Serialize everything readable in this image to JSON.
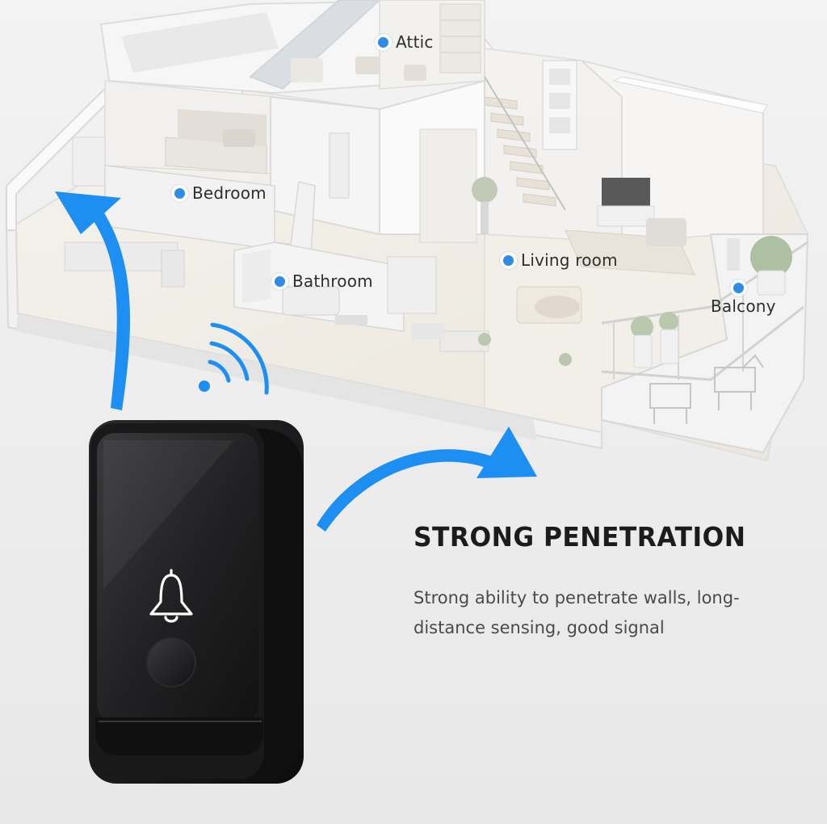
{
  "rooms": {
    "attic": "Attic",
    "bedroom": "Bedroom",
    "bathroom": "Bathroom",
    "living_room": "Living room",
    "balcony": "Balcony"
  },
  "headline": "STRONG PENETRATION",
  "description": "Strong ability to penetrate walls, long-distance sensing, good signal",
  "colors": {
    "accent": "#2f8be6",
    "device_body": "#1a1a1c",
    "text_dark": "#1c1c1c",
    "text_body": "#4a4a4a"
  },
  "icons": [
    "location-dot-icon",
    "wifi-signal-icon",
    "bell-icon",
    "arrow-icon"
  ]
}
